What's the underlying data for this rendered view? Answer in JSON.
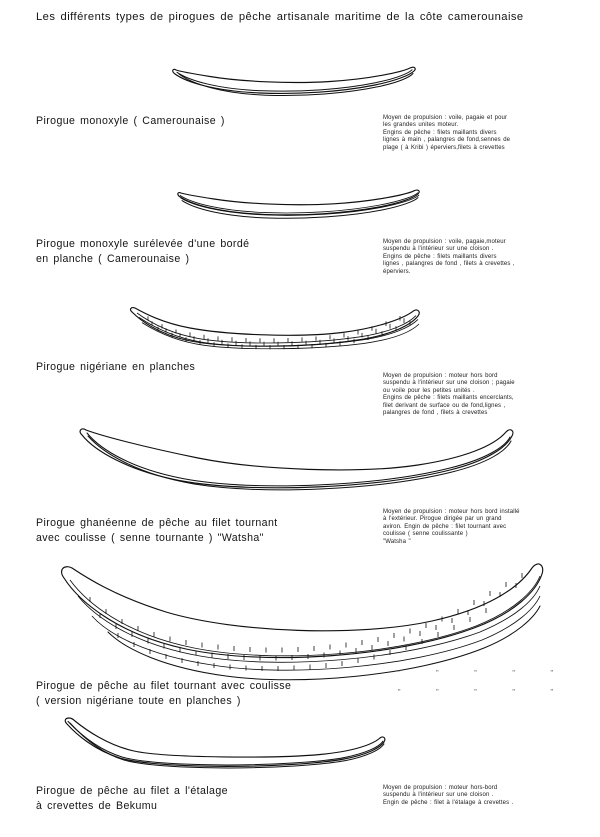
{
  "document": {
    "title": "Les différents types de pirogues de pêche artisanale maritime de la côte camerounaise"
  },
  "entries": [
    {
      "id": "pirogue-monoxyle-camerounaise",
      "caption": "Pirogue  monoxyle ( Camerounaise )",
      "annotation": "Moyen de propulsion : voile, pagaie et pour\nles grandes unites moteur.\nEngins de pêche : filets maillants divers\nlignes à main , palangres de fond,sennes de\nplage ( à Kribi ) éperviers,filets à crevettes",
      "drawing": "dugout-canoe-plain"
    },
    {
      "id": "pirogue-monoxyle-surelevee",
      "caption": "Pirogue  monoxyle surélevée d'une bordé\nen planche  ( Camerounaise )",
      "annotation": "Moyen de propulsion : voile, pagaie,moteur\nsuspendu à l'intérieur sur une cloison .\nEngins de pêche : filets maillants divers\nlignes , palangres de fond , filets à crevettes ,\néperviers.",
      "drawing": "dugout-canoe-raised-strake"
    },
    {
      "id": "pirogue-nigeriane-planches",
      "caption": "Pirogue  nigériane   en planches",
      "annotation": "Moyen de propulsion : moteur hors bord\nsuspendu à l'intérieur sur une cloison ; pagaie\nou voile pour les petites unités .\nEngins de pêche : filets maillants encerclants,\nfilet derivant de surface ou de fond,lignes ,\npalangres de fond , filets à crevettes",
      "drawing": "nigerian-plank-canoe"
    },
    {
      "id": "pirogue-ghaneenne-watsha",
      "caption": "Pirogue  ghanéenne de pêche au filet tournant\navec coulisse ( senne tournante )  \"Watsha\"",
      "annotation": "Moyen de propulsion : moteur hors bord installé\nà l'extérieur.   Pirogue dirigée par un grand\naviron.   Engin de pêche :  filet tournant avec\ncoulisse ( senne coulissante )\n\"Watsha \"",
      "drawing": "ghanaian-watsha-canoe"
    },
    {
      "id": "pirogue-filet-tournant-nigeriane",
      "caption": "Pirogue  de pêche au filet tournant avec coulisse\n( version nigériane  toute en planches )",
      "annotation_ditto": [
        [
          "\"",
          "\"",
          "\"",
          "\"",
          "\""
        ],
        [
          "\"",
          "\"",
          "\"",
          "\"",
          "\""
        ]
      ],
      "drawing": "nigerian-purse-seine-canoe"
    },
    {
      "id": "pirogue-etalage-bekumu",
      "caption": "Pirogue de pêche au filet a l'étalage\nà crevettes de Bekumu",
      "annotation": "Moyen de propulsion : moteur hors-bord\nsuspendu à l'intérieur sur une cloison .\nEngin de pêche : filet à l'étalage à crevettes .",
      "drawing": "bekumu-shrimp-canoe"
    }
  ],
  "colors": {
    "ink": "#111111",
    "paper": "#ffffff"
  }
}
